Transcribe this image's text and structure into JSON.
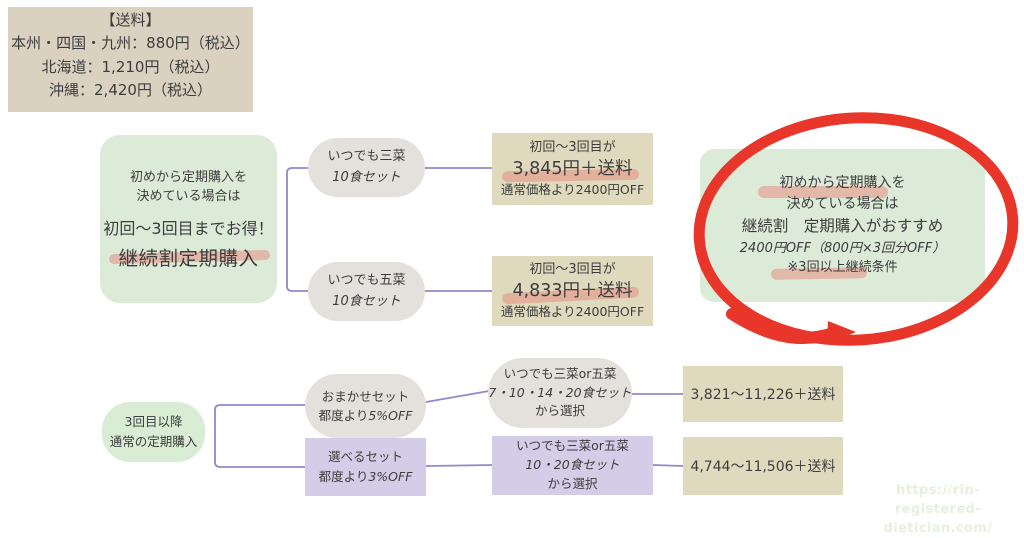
{
  "colors": {
    "background": "#ffffff",
    "shipping_box_bg": "#dbd1c1",
    "green_box_bg": "#dcead8",
    "green_pill_bg": "#d9ecd4",
    "gray_pill_bg": "#e4e1dd",
    "beige_price_box_bg": "#dfdabe",
    "purple_box_bg": "#d4cde7",
    "connector_line": "#9486cd",
    "red_circle": "#e8362a",
    "pink_marker": "#e8857a",
    "text": "#3d3d3d",
    "watermark_text": "#e7f0de"
  },
  "shipping_box": {
    "title": "【送料】",
    "line1": "本州・四国・九州：880円（税込）",
    "line2": "北海道：1,210円（税込）",
    "line3": "沖縄：2,420円（税込）"
  },
  "keizokuwari_box": {
    "line1": "初めから定期購入を",
    "line2": "決めている場合は",
    "line3": "初回〜3回目までお得！",
    "line4": "継続割定期購入"
  },
  "plan_pills": [
    {
      "line1": "いつでも三菜",
      "line2": "10食セット"
    },
    {
      "line1": "いつでも五菜",
      "line2": "10食セット"
    }
  ],
  "price_boxes": [
    {
      "line1": "初回〜3回目が",
      "line2": "3,845円＋送料",
      "line3": "通常価格より2400円OFF"
    },
    {
      "line1": "初回〜3回目が",
      "line2": "4,833円＋送料",
      "line3": "通常価格より2400円OFF"
    }
  ],
  "recommend_box": {
    "line1": "初めから定期購入を",
    "line2": "決めている場合は",
    "line3": "継続割　定期購入がおすすめ",
    "line4": "2400円OFF（800円×3回分OFF）",
    "line5": "※3回以上継続条件"
  },
  "regular_flow": {
    "root_line1": "3回目以降",
    "root_line2": "通常の定期購入",
    "sets": [
      {
        "name": "おまかせセット",
        "discount_prefix": "都度より",
        "discount_em": "5%OFF"
      },
      {
        "name": "選べるセット",
        "discount_prefix": "都度より",
        "discount_em": "3%OFF"
      }
    ],
    "choices": [
      {
        "line1": "いつでも三菜or五菜",
        "line2": "7・10・14・20食セット",
        "line3": "から選択"
      },
      {
        "line1": "いつでも三菜or五菜",
        "line2": "10・20食セット",
        "line3": "から選択"
      }
    ],
    "prices": [
      "3,821〜11,226＋送料",
      "4,744〜11,506＋送料"
    ]
  },
  "watermark": {
    "line1": "https://rin-registered-",
    "line2": "dietician.com/"
  }
}
